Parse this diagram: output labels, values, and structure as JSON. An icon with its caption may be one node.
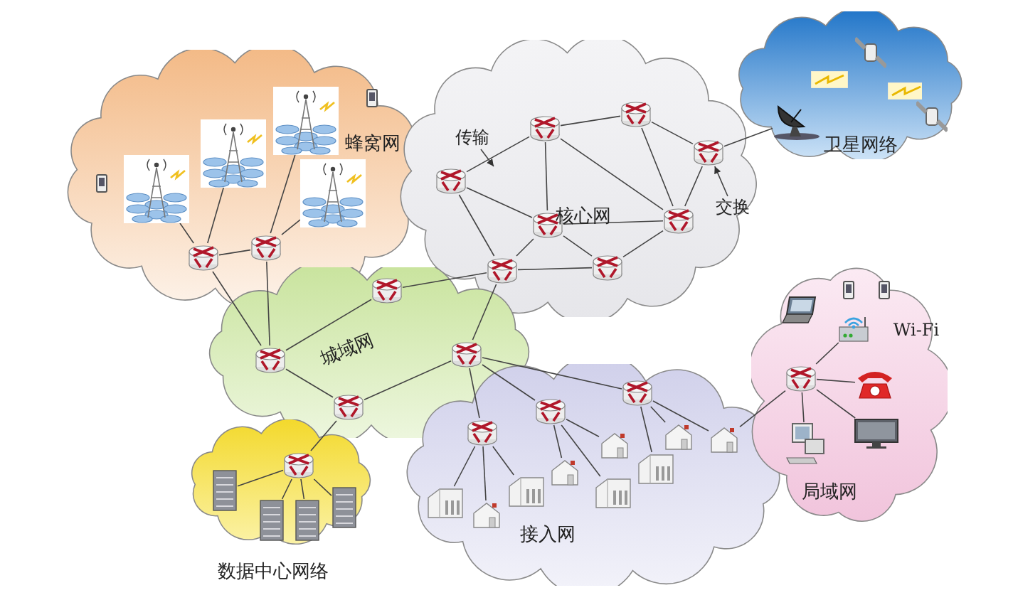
{
  "diagram": {
    "nodes": [
      {
        "text": [
          "蜂窝网"
        ]
      },
      {
        "text": [
          "核心网"
        ]
      },
      {
        "text": [
          "卫星网络"
        ]
      },
      {
        "text": [
          "城域网"
        ]
      },
      {
        "text": [
          "接入网"
        ]
      },
      {
        "text": [
          "局域网"
        ]
      },
      {
        "text": [
          "数据中心网络"
        ]
      },
      {
        "text": [
          "传输"
        ],
        "in": 1
      },
      {
        "text": [
          "交换"
        ],
        "in": 1
      },
      {
        "text": [],
        "shape": "picture",
        "in": 0
      },
      {
        "text": [],
        "shape": "picture",
        "in": 0
      },
      {
        "text": [],
        "shape": "picture",
        "in": 0
      },
      {
        "text": [],
        "shape": "picture",
        "in": 0
      },
      {
        "text": [],
        "shape": "picture",
        "in": 0
      },
      {
        "text": [],
        "shape": "picture",
        "in": 0
      },
      {
        "text": [],
        "shape": "picture",
        "in": 1
      },
      {
        "text": [],
        "shape": "picture",
        "in": 1
      },
      {
        "text": [],
        "shape": "picture",
        "in": 1
      },
      {
        "text": [],
        "shape": "picture",
        "in": 1
      },
      {
        "text": [],
        "shape": "picture",
        "in": 1
      },
      {
        "text": [],
        "shape": "picture",
        "in": 1
      },
      {
        "text": [],
        "shape": "picture",
        "in": 1
      },
      {
        "text": [],
        "shape": "picture",
        "in": 1
      },
      {
        "text": [],
        "shape": "picture",
        "in": 2
      },
      {
        "text": [],
        "shape": "picture",
        "in": 3
      },
      {
        "text": [],
        "shape": "picture",
        "in": 3
      },
      {
        "text": [],
        "shape": "picture",
        "in": 3
      },
      {
        "text": [],
        "shape": "picture",
        "in": 3
      },
      {
        "text": [],
        "shape": "picture",
        "in": 6
      },
      {
        "text": [],
        "shape": "picture",
        "in": 6
      },
      {
        "text": [],
        "shape": "picture",
        "in": 6
      },
      {
        "text": [],
        "shape": "picture",
        "in": 6
      },
      {
        "text": [],
        "shape": "picture",
        "in": 6
      },
      {
        "text": [],
        "shape": "picture",
        "in": 4
      },
      {
        "text": [],
        "shape": "picture",
        "in": 4
      },
      {
        "text": [],
        "shape": "picture",
        "in": 4
      },
      {
        "text": [],
        "shape": "picture",
        "in": 4
      },
      {
        "text": [],
        "shape": "picture",
        "in": 4
      },
      {
        "text": [],
        "shape": "picture",
        "in": 4
      },
      {
        "text": [],
        "shape": "picture",
        "in": 4
      },
      {
        "text": [],
        "shape": "picture",
        "in": 4
      },
      {
        "text": [],
        "shape": "picture",
        "in": 4
      },
      {
        "text": [],
        "shape": "picture",
        "in": 4
      },
      {
        "text": [],
        "shape": "picture",
        "in": 4
      },
      {
        "text": [],
        "shape": "picture",
        "in": 4
      },
      {
        "text": [],
        "shape": "picture",
        "in": 5
      },
      {
        "text": [],
        "shape": "picture",
        "in": 5
      },
      {
        "text": [],
        "shape": "picture",
        "in": 5
      },
      {
        "text": [],
        "shape": "picture",
        "in": 5
      },
      {
        "text": [],
        "shape": "picture",
        "in": 5
      },
      {
        "text": [],
        "shape": "picture",
        "in": 5
      }
    ],
    "labels": [
      "Wi-Fi"
    ],
    "edges": [
      {
        "from": 9,
        "to": 13,
        "arrow": "none"
      },
      {
        "from": 10,
        "to": 13,
        "arrow": "none"
      },
      {
        "from": 11,
        "to": 14,
        "arrow": "none"
      },
      {
        "from": 12,
        "to": 14,
        "arrow": "none"
      },
      {
        "from": 13,
        "to": 14,
        "arrow": "none"
      },
      {
        "from": 13,
        "to": 25,
        "arrow": "none"
      },
      {
        "from": 14,
        "to": 25,
        "arrow": "none"
      },
      {
        "from": 25,
        "to": 24,
        "arrow": "none"
      },
      {
        "from": 24,
        "to": 21,
        "arrow": "none"
      },
      {
        "from": 25,
        "to": 27,
        "arrow": "none"
      },
      {
        "from": 27,
        "to": 26,
        "arrow": "none"
      },
      {
        "from": 26,
        "to": 21,
        "arrow": "none"
      },
      {
        "from": 15,
        "to": 16,
        "arrow": "none"
      },
      {
        "from": 16,
        "to": 17,
        "arrow": "none"
      },
      {
        "from": 17,
        "to": 18,
        "arrow": "none"
      },
      {
        "from": 15,
        "to": 19,
        "arrow": "none"
      },
      {
        "from": 15,
        "to": 21,
        "arrow": "none"
      },
      {
        "from": 16,
        "to": 19,
        "arrow": "none"
      },
      {
        "from": 16,
        "to": 20,
        "arrow": "none"
      },
      {
        "from": 17,
        "to": 20,
        "arrow": "none"
      },
      {
        "from": 18,
        "to": 20,
        "arrow": "none"
      },
      {
        "from": 19,
        "to": 20,
        "arrow": "none"
      },
      {
        "from": 19,
        "to": 21,
        "arrow": "none"
      },
      {
        "from": 19,
        "to": 22,
        "arrow": "none"
      },
      {
        "from": 21,
        "to": 22,
        "arrow": "none"
      },
      {
        "from": 22,
        "to": 20,
        "arrow": "none"
      },
      {
        "from": 18,
        "to": 23,
        "arrow": "none"
      },
      {
        "from": 27,
        "to": 28,
        "arrow": "none"
      },
      {
        "from": 28,
        "to": 29,
        "arrow": "none"
      },
      {
        "from": 28,
        "to": 30,
        "arrow": "none"
      },
      {
        "from": 28,
        "to": 31,
        "arrow": "none"
      },
      {
        "from": 28,
        "to": 32,
        "arrow": "none"
      },
      {
        "from": 26,
        "to": 33,
        "arrow": "none"
      },
      {
        "from": 26,
        "to": 34,
        "arrow": "none"
      },
      {
        "from": 26,
        "to": 35,
        "arrow": "none"
      },
      {
        "from": 33,
        "to": 36,
        "arrow": "none"
      },
      {
        "from": 33,
        "to": 37,
        "arrow": "none"
      },
      {
        "from": 33,
        "to": 38,
        "arrow": "none"
      },
      {
        "from": 34,
        "to": 39,
        "arrow": "none"
      },
      {
        "from": 34,
        "to": 40,
        "arrow": "none"
      },
      {
        "from": 34,
        "to": 41,
        "arrow": "none"
      },
      {
        "from": 35,
        "to": 42,
        "arrow": "none"
      },
      {
        "from": 35,
        "to": 43,
        "arrow": "none"
      },
      {
        "from": 35,
        "to": 44,
        "arrow": "none"
      },
      {
        "from": 44,
        "to": 45,
        "arrow": "none"
      },
      {
        "from": 45,
        "to": 47,
        "arrow": "none"
      },
      {
        "from": 45,
        "to": 48,
        "arrow": "none"
      },
      {
        "from": 45,
        "to": 49,
        "arrow": "none"
      },
      {
        "from": 45,
        "to": 50,
        "arrow": "none"
      },
      {
        "from": 7,
        "to": null,
        "arrow": "to"
      },
      {
        "from": 8,
        "to": 18,
        "arrow": "to"
      }
    ]
  }
}
